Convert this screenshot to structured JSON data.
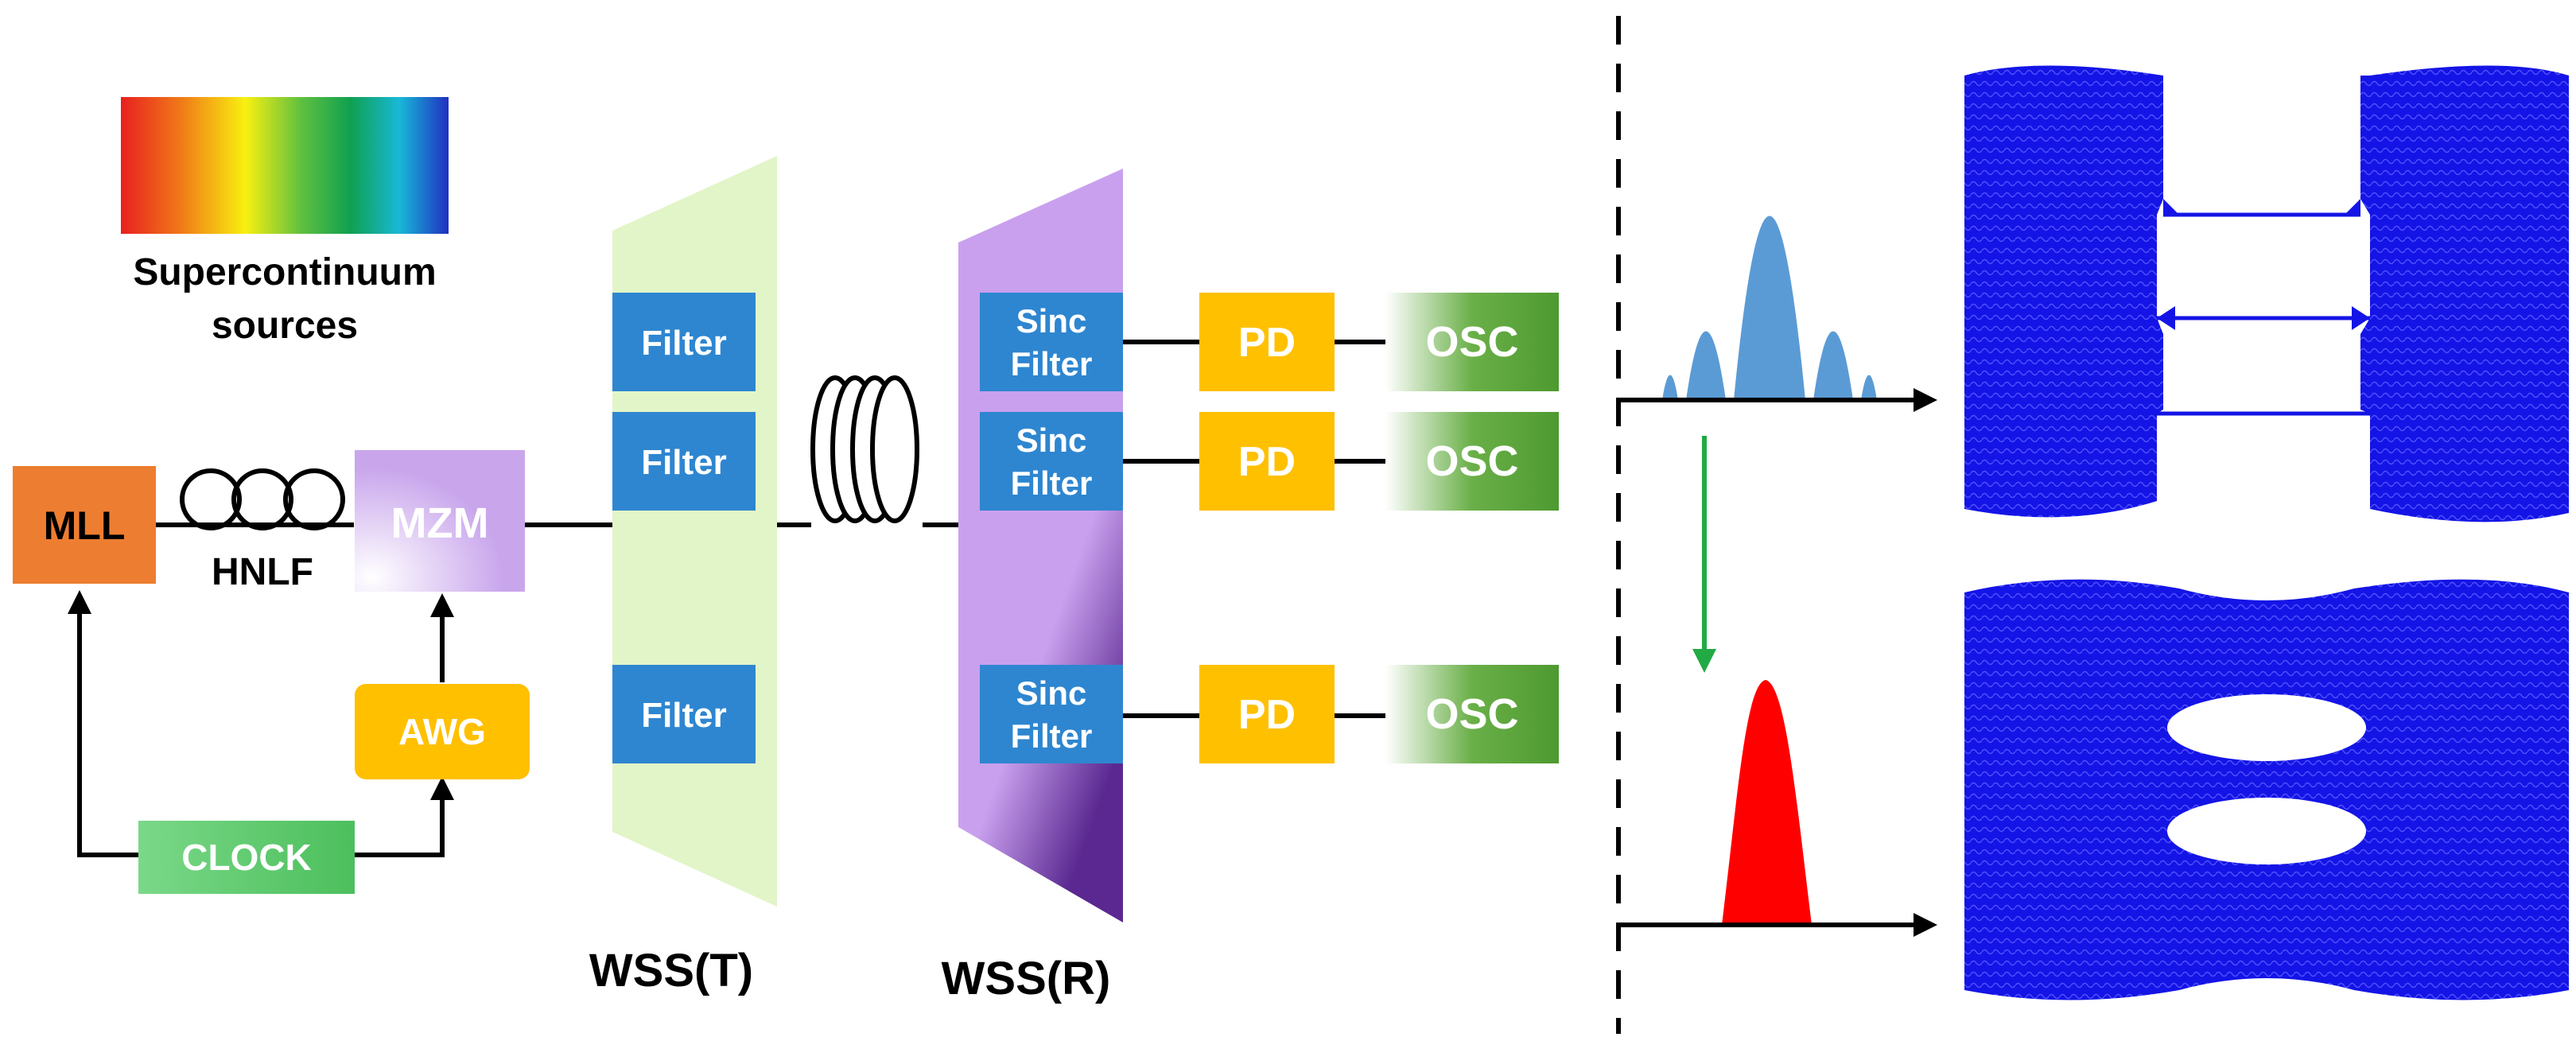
{
  "spectrum_caption": [
    "Supercontinuum",
    "sources"
  ],
  "blocks": {
    "mll": "MLL",
    "hnlf": "HNLF",
    "mzm": "MZM",
    "awg": "AWG",
    "clock": "CLOCK",
    "wss_t": "WSS(T)",
    "wss_r": "WSS(R)"
  },
  "channels": [
    {
      "filter": "Filter",
      "sinc": [
        "Sinc",
        "Filter"
      ],
      "pd": "PD",
      "osc": "OSC"
    },
    {
      "filter": "Filter",
      "sinc": [
        "Sinc",
        "Filter"
      ],
      "pd": "PD",
      "osc": "OSC"
    },
    {
      "filter": "Filter",
      "sinc": [
        "Sinc",
        "Filter"
      ],
      "pd": "PD",
      "osc": "OSC"
    }
  ],
  "colors": {
    "mll": "#ED7D31",
    "mzm": "#C9A6EC",
    "awg": "#FFC000",
    "clock": "#70D080",
    "filter": "#2E86D0",
    "wss_t": "#E2F5C8",
    "wss_r": "#C9A0EE",
    "pd": "#FFC000",
    "osc": "#4E9A30",
    "eye": "#1010E8",
    "sinc_pulse": "#5B9BD5",
    "shaped_pulse": "#FF0000",
    "transition_arrow": "#22AA44"
  }
}
